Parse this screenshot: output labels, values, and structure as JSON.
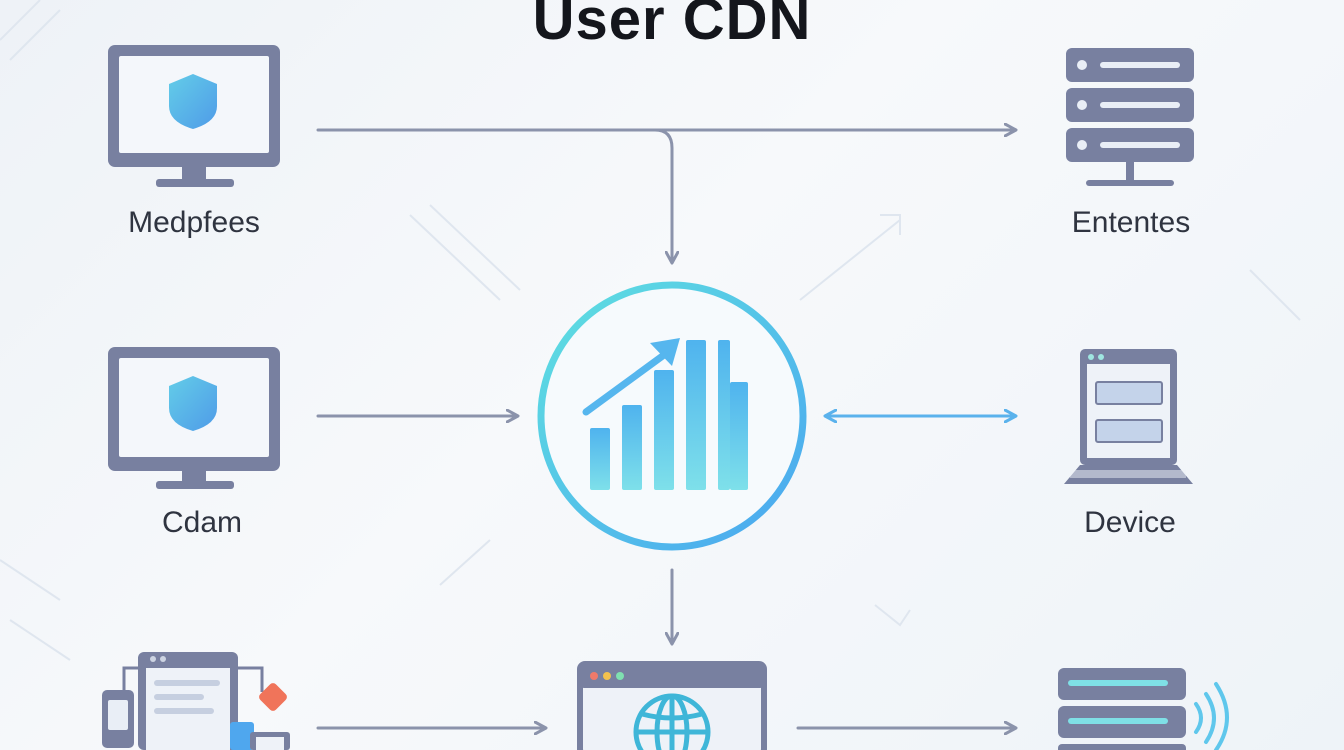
{
  "diagram": {
    "title": "User CDN",
    "nodes": {
      "top_left": {
        "label": "Medpfees",
        "icon": "monitor-shield-icon"
      },
      "mid_left": {
        "label": "Cdam",
        "icon": "monitor-shield-icon"
      },
      "bottom_left": {
        "label": "",
        "icon": "devices-cluster-icon"
      },
      "top_right": {
        "label": "Ententes",
        "icon": "server-rack-icon"
      },
      "mid_right": {
        "label": "Device",
        "icon": "laptop-icon"
      },
      "bottom_right": {
        "label": "",
        "icon": "server-wireless-icon"
      },
      "center": {
        "label": "",
        "icon": "analytics-chart-icon"
      },
      "bottom_center": {
        "label": "",
        "icon": "browser-globe-icon"
      }
    },
    "colors": {
      "device_gray": "#7880a0",
      "accent_blue": "#4fb3ee",
      "accent_teal": "#5fd6e0",
      "connector_gray": "#8b93ab"
    }
  }
}
